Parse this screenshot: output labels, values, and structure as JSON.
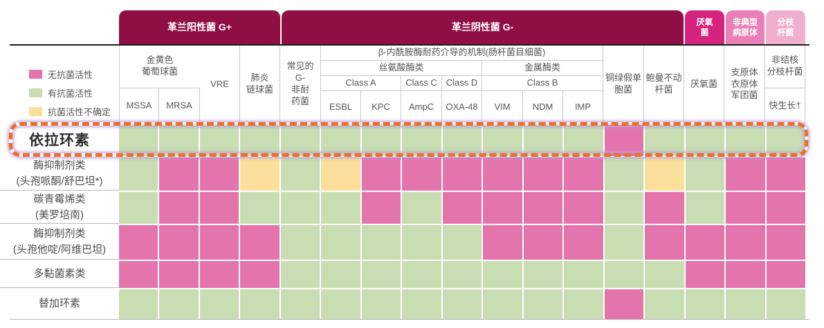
{
  "legend": {
    "items": [
      {
        "label": "无抗菌活性",
        "color": "#E474AC"
      },
      {
        "label": "有抗菌活性",
        "color": "#C8DDB2"
      },
      {
        "label": "抗菌活性不确定",
        "color": "#FBDF9B"
      }
    ]
  },
  "bands": [
    {
      "label": "革兰阳性菌 G+",
      "color": "#8F0F44"
    },
    {
      "label": "革兰阴性菌 G-",
      "color": "#8F0F44"
    },
    {
      "label": "厌氧\n菌",
      "color": "#D6237F"
    },
    {
      "label": "非典型\n病原体",
      "color": "#E97FB4"
    },
    {
      "label": "分枝\n杆菌",
      "color": "#F1AFD0"
    }
  ],
  "header": {
    "staph": "金黄色\n葡萄球菌",
    "mssa": "MSSA",
    "mrsa": "MRSA",
    "vre": "VRE",
    "pneumo": "肺炎\n链球菌",
    "common_gn": "常见的\nG-\n非耐\n药菌",
    "beta_mech": "β-内酰胺酶耐药介导的机制(肠杆菌目细菌)",
    "serine": "丝氨酸酶类",
    "metallo": "金属酶类",
    "class_a": "Class A",
    "class_c": "Class C",
    "class_d": "Class D",
    "class_b": "Class B",
    "esbl": "ESBL",
    "kpc": "KPC",
    "ampc": "AmpC",
    "oxa48": "OXA-48",
    "vim": "VIM",
    "ndm": "NDM",
    "imp": "IMP",
    "pseudomonas": "铜绿假单\n胞菌",
    "acinetobacter": "鲍曼不动\n杆菌",
    "anaerobes": "厌氧菌",
    "atypical": "支原体\n衣原体\n军团菌",
    "ntm": "非结核\n分枝杆菌",
    "rapid_growing": "快生长†"
  },
  "chart_data": {
    "type": "heatmap",
    "title": "",
    "columns": [
      "MSSA",
      "MRSA",
      "VRE",
      "肺炎链球菌",
      "常见的G-非耐药菌",
      "ESBL",
      "KPC",
      "AmpC",
      "OXA-48",
      "VIM",
      "NDM",
      "IMP",
      "铜绿假单胞菌",
      "鲍曼不动杆菌",
      "厌氧菌",
      "支原体衣原体军团菌",
      "非结核分枝杆菌(快生长†)"
    ],
    "column_groups": [
      {
        "label": "革兰阳性菌 G+",
        "span": [
          1,
          4
        ]
      },
      {
        "label": "革兰阴性菌 G-",
        "span": [
          5,
          14
        ]
      },
      {
        "label": "厌氧菌",
        "span": [
          15,
          15
        ]
      },
      {
        "label": "非典型病原体",
        "span": [
          16,
          16
        ]
      },
      {
        "label": "分枝杆菌",
        "span": [
          17,
          17
        ]
      }
    ],
    "legend": {
      "P": "无抗菌活性",
      "G": "有抗菌活性",
      "Y": "抗菌活性不确定"
    },
    "colors": {
      "P": "#E474AC",
      "G": "#C8DDB2",
      "Y": "#FBDF9B"
    },
    "rows": [
      {
        "label": "依拉环素",
        "sublabel": "",
        "highlighted": true,
        "values": [
          "G",
          "G",
          "G",
          "G",
          "G",
          "G",
          "G",
          "G",
          "G",
          "G",
          "G",
          "G",
          "P",
          "G",
          "G",
          "G",
          "G"
        ]
      },
      {
        "label": "酶抑制剂类",
        "sublabel": "(头孢哌酮/舒巴坦*)",
        "highlighted": false,
        "values": [
          "G",
          "P",
          "P",
          "Y",
          "G",
          "Y",
          "P",
          "P",
          "P",
          "P",
          "P",
          "P",
          "G",
          "Y",
          "G",
          "P",
          "P"
        ]
      },
      {
        "label": "碳青霉烯类",
        "sublabel": "(美罗培南)",
        "highlighted": false,
        "values": [
          "G",
          "P",
          "P",
          "G",
          "G",
          "G",
          "P",
          "G",
          "P",
          "P",
          "P",
          "P",
          "G",
          "P",
          "G",
          "P",
          "P"
        ]
      },
      {
        "label": "酶抑制剂类",
        "sublabel": "(头孢他啶/阿维巴坦)",
        "highlighted": false,
        "values": [
          "P",
          "P",
          "P",
          "P",
          "G",
          "G",
          "G",
          "G",
          "G",
          "P",
          "P",
          "P",
          "G",
          "P",
          "P",
          "P",
          "P"
        ]
      },
      {
        "label": "多黏菌素类",
        "sublabel": "",
        "highlighted": false,
        "values": [
          "P",
          "P",
          "P",
          "P",
          "G",
          "G",
          "G",
          "G",
          "G",
          "G",
          "G",
          "G",
          "G",
          "G",
          "P",
          "P",
          "P"
        ]
      },
      {
        "label": "替加环素",
        "sublabel": "",
        "highlighted": false,
        "values": [
          "G",
          "G",
          "G",
          "G",
          "G",
          "G",
          "G",
          "G",
          "G",
          "G",
          "G",
          "G",
          "P",
          "G",
          "G",
          "G",
          "G"
        ]
      }
    ]
  }
}
